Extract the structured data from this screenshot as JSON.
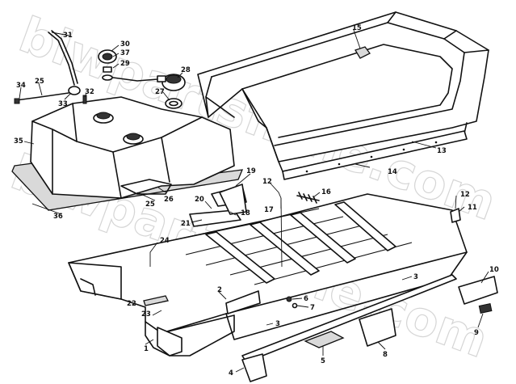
{
  "watermark": "blwpartsfiche.com",
  "callouts": [
    {
      "id": "c1",
      "label": "1"
    },
    {
      "id": "c2",
      "label": "2"
    },
    {
      "id": "c3a",
      "label": "3"
    },
    {
      "id": "c3b",
      "label": "3"
    },
    {
      "id": "c4",
      "label": "4"
    },
    {
      "id": "c5",
      "label": "5"
    },
    {
      "id": "c6",
      "label": "6"
    },
    {
      "id": "c7",
      "label": "7"
    },
    {
      "id": "c8",
      "label": "8"
    },
    {
      "id": "c9",
      "label": "9"
    },
    {
      "id": "c10",
      "label": "10"
    },
    {
      "id": "c11",
      "label": "11"
    },
    {
      "id": "c12a",
      "label": "12"
    },
    {
      "id": "c12b",
      "label": "12"
    },
    {
      "id": "c13",
      "label": "13"
    },
    {
      "id": "c14",
      "label": "14"
    },
    {
      "id": "c15",
      "label": "15"
    },
    {
      "id": "c16",
      "label": "16"
    },
    {
      "id": "c17",
      "label": "17"
    },
    {
      "id": "c18",
      "label": "18"
    },
    {
      "id": "c19",
      "label": "19"
    },
    {
      "id": "c20",
      "label": "20"
    },
    {
      "id": "c21",
      "label": "21"
    },
    {
      "id": "c22",
      "label": "22"
    },
    {
      "id": "c23",
      "label": "23"
    },
    {
      "id": "c24",
      "label": "24"
    },
    {
      "id": "c25a",
      "label": "25"
    },
    {
      "id": "c25b",
      "label": "25"
    },
    {
      "id": "c26",
      "label": "26"
    },
    {
      "id": "c27",
      "label": "27"
    },
    {
      "id": "c28",
      "label": "28"
    },
    {
      "id": "c29",
      "label": "29"
    },
    {
      "id": "c30",
      "label": "30"
    },
    {
      "id": "c31",
      "label": "31"
    },
    {
      "id": "c32",
      "label": "32"
    },
    {
      "id": "c33",
      "label": "33"
    },
    {
      "id": "c34",
      "label": "34"
    },
    {
      "id": "c35",
      "label": "35"
    },
    {
      "id": "c36",
      "label": "36"
    },
    {
      "id": "c37",
      "label": "37"
    }
  ]
}
